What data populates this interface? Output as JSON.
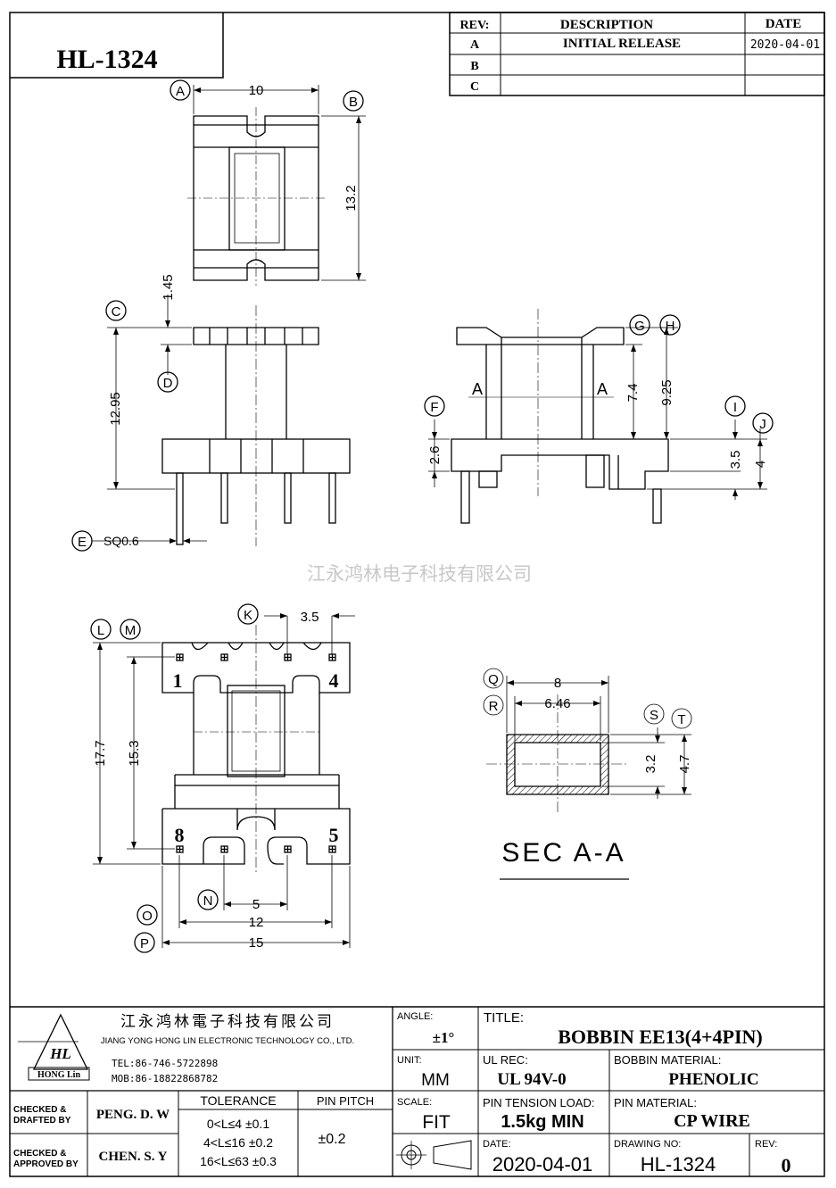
{
  "part_number": "HL-1324",
  "revision_table": {
    "headers": {
      "rev": "REV:",
      "description": "DESCRIPTION",
      "date": "DATE"
    },
    "rows": [
      {
        "rev": "A",
        "description": "INITIAL RELEASE",
        "date": "2020-04-01"
      },
      {
        "rev": "B",
        "description": "",
        "date": ""
      },
      {
        "rev": "C",
        "description": "",
        "date": ""
      }
    ]
  },
  "watermark_cn": "江永鸿林电子科技有限公司",
  "views": {
    "top": {
      "width": "10",
      "height": "13.2",
      "labels": [
        "A",
        "B"
      ]
    },
    "front": {
      "flange": "1.45",
      "height": "12.95",
      "pin": "SQ0.6",
      "labels": [
        "C",
        "D",
        "E"
      ]
    },
    "side": {
      "section_mark": "A",
      "dims": [
        "7.4",
        "9.25",
        "2.6",
        "3.5",
        "4"
      ],
      "labels": [
        "F",
        "G",
        "H",
        "I",
        "J"
      ]
    },
    "bottom": {
      "pin_spacing": "3.5",
      "height_total": "17.7",
      "height_inner": "15.3",
      "dims": [
        "5",
        "12",
        "15"
      ],
      "pin_numbers": [
        "1",
        "4",
        "8",
        "5"
      ],
      "labels": [
        "K",
        "L",
        "M",
        "N",
        "O",
        "P"
      ]
    },
    "section": {
      "outer_w": "8",
      "inner_w": "6.46",
      "inner_h": "3.2",
      "outer_h": "4.7",
      "labels": [
        "Q",
        "R",
        "S",
        "T"
      ],
      "caption": "SEC A-A"
    }
  },
  "company": {
    "name_cn": "江永鸿林電子科技有限公司",
    "name_en": "JIANG YONG HONG LIN ELECTRONIC TECHNOLOGY CO., LTD.",
    "logo_text": "HL",
    "logo_sub": "HONG Lin",
    "tel": "TEL:86-746-5722898",
    "mob": "MOB:86-18822868782"
  },
  "title_block": {
    "angle_label": "ANGLE:",
    "angle": "±1°",
    "title_label": "TITLE:",
    "title": "BOBBIN   EE13(4+4PIN)",
    "unit_label": "UNIT:",
    "unit": "MM",
    "ul_label": "UL REC:",
    "ul": "UL 94V-0",
    "bobbin_mat_label": "BOBBIN MATERIAL:",
    "bobbin_mat": "PHENOLIC",
    "scale_label": "SCALE:",
    "scale": "FIT",
    "pin_tension_label": "PIN TENSION LOAD:",
    "pin_tension": "1.5kg MIN",
    "pin_mat_label": "PIN MATERIAL:",
    "pin_mat": "CP    WIRE",
    "date_label": "DATE:",
    "date": "2020-04-01",
    "drawing_no_label": "DRAWING NO:",
    "drawing_no": "HL-1324",
    "rev_label": "REV:",
    "rev": "0",
    "checked_drafted_label": [
      "CHECKED &",
      "DRAFTED BY"
    ],
    "drafted_by": "PENG. D. W",
    "checked_approved_label": [
      "CHECKED &",
      "APPROVED BY"
    ],
    "approved_by": "CHEN. S. Y",
    "tolerance_label": "TOLERANCE",
    "tolerances": [
      "0<L≤4  ±0.1",
      "4<L≤16 ±0.2",
      "16<L≤63 ±0.3"
    ],
    "pin_pitch_label": "PIN PITCH",
    "pin_pitch": "±0.2"
  }
}
